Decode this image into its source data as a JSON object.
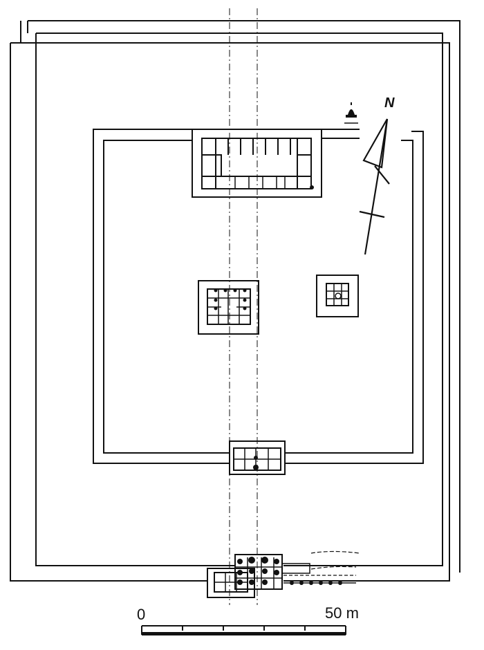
{
  "north_arrow": {
    "label": "N"
  },
  "scale_bar": {
    "start_label": "0",
    "end_label": "50 m",
    "segments": 5
  },
  "icons": [
    "north-arrow-icon",
    "bell-icon"
  ]
}
